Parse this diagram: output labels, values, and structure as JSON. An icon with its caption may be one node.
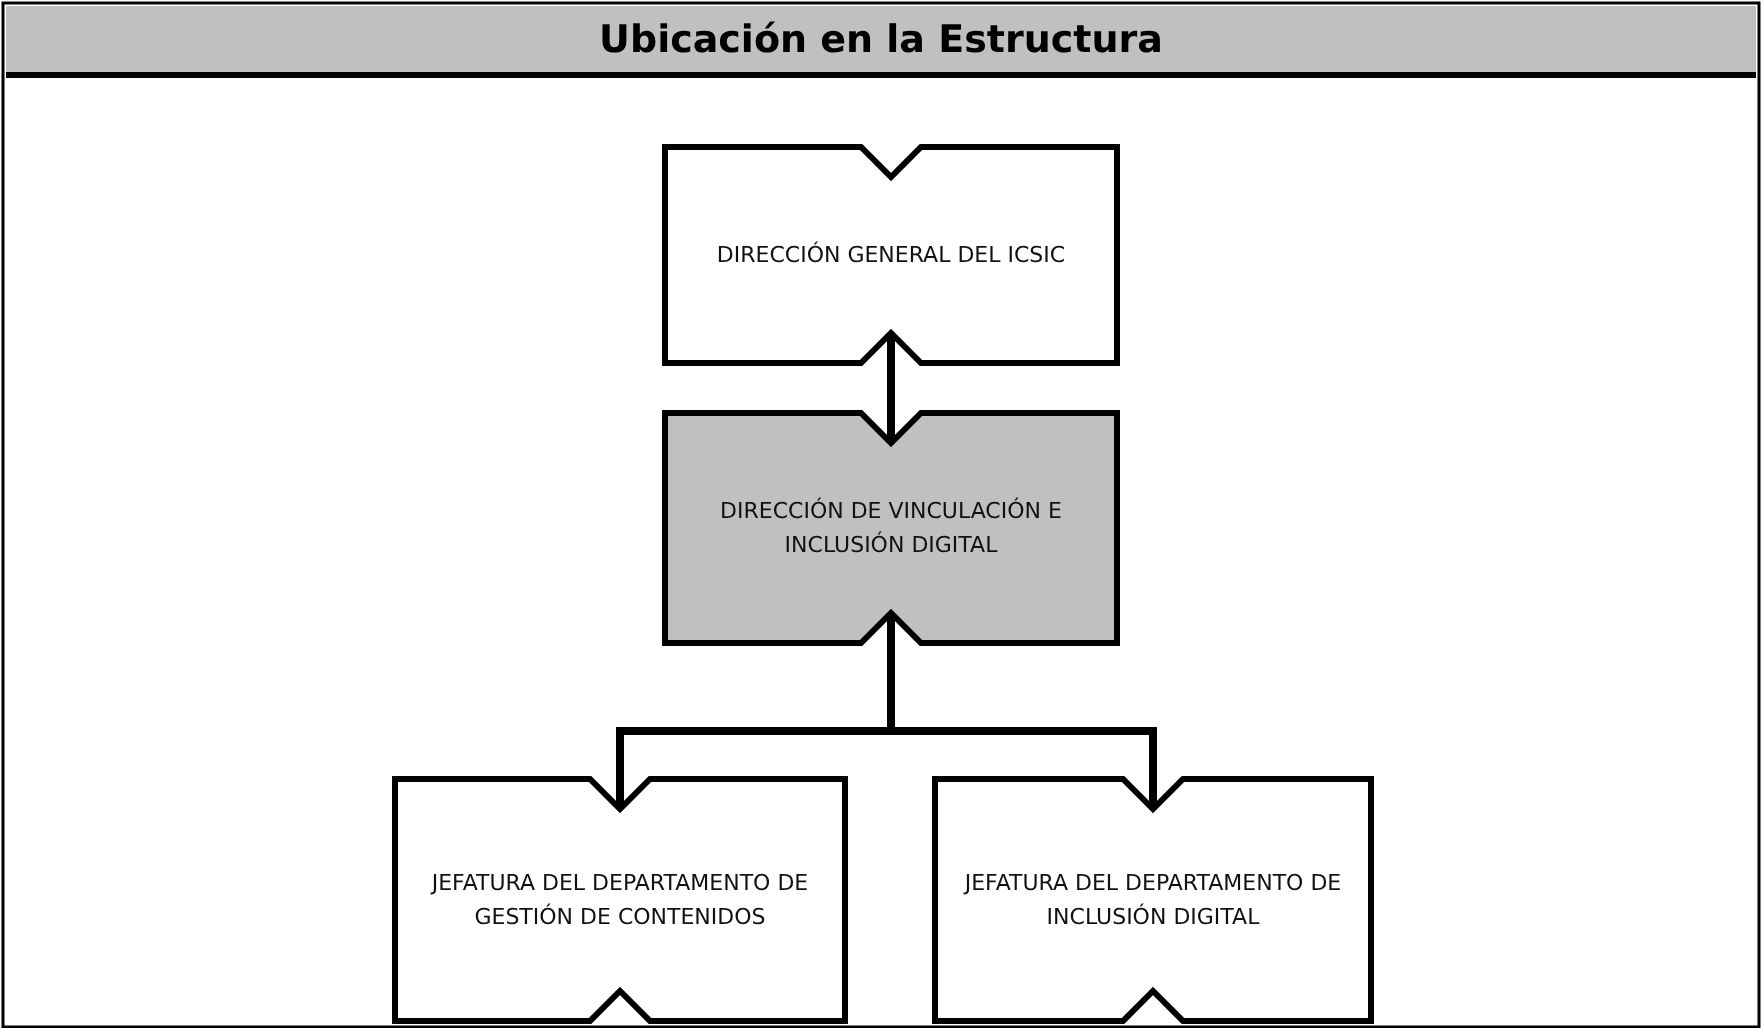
{
  "diagram": {
    "title": "Ubicación en la Estructura",
    "nodes": [
      {
        "text": [
          "DIRECCIÓN GENERAL DEL ICSIC"
        ]
      },
      {
        "text": [
          "DIRECCIÓN DE VINCULACIÓN E INCLUSIÓN DIGITAL"
        ]
      },
      {
        "text": [
          "JEFATURA DEL DEPARTAMENTO DE GESTIÓN DE CONTENIDOS"
        ]
      },
      {
        "text": [
          "JEFATURA DEL DEPARTAMENTO DE INCLUSIÓN DIGITAL"
        ]
      }
    ],
    "edges": [
      {
        "from": 0,
        "to": 1,
        "arrow": "none"
      },
      {
        "from": 1,
        "to": 2,
        "arrow": "none"
      },
      {
        "from": 1,
        "to": 3,
        "arrow": "none"
      }
    ]
  }
}
